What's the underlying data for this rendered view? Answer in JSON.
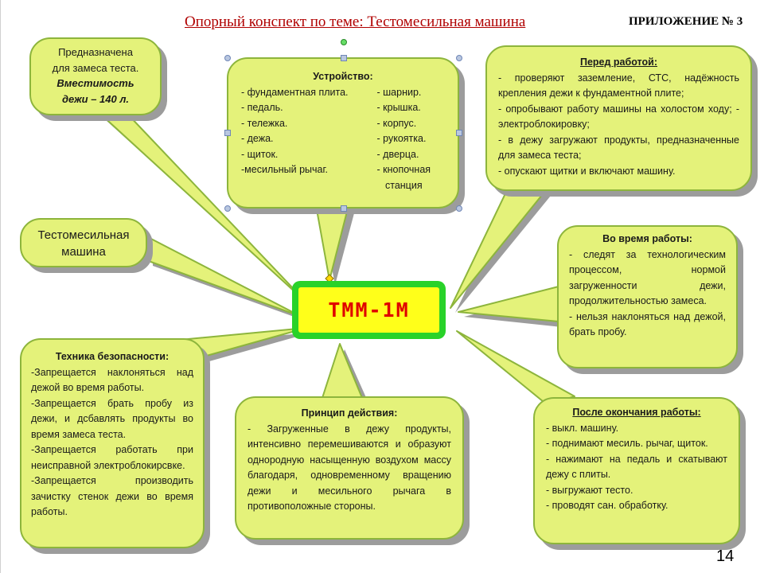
{
  "header": {
    "title": "Опорный конспект по теме: Тестомесильная машина",
    "appendix": "ПРИЛОЖЕНИЕ № 3"
  },
  "center": {
    "label": "ТММ-1М"
  },
  "purpose": {
    "lines": [
      "Предназначена",
      "для замеса теста.",
      "Вместимость",
      "дежи – 140 л."
    ]
  },
  "device": {
    "title": "Устройство:",
    "left": [
      "- фундаментная плита.",
      "- педаль.",
      "- тележка.",
      "- дежа.",
      "- щиток.",
      "-месильный рычаг."
    ],
    "right": [
      "- шарнир.",
      "- крышка.",
      "- корпус.",
      "- рукоятка.",
      "- дверца.",
      "- кнопочная",
      "станция"
    ]
  },
  "before": {
    "title": "Перед работой:",
    "lines": [
      "- проверяют заземление, СТС, надёжность крепления дежи к фундаментной плите;",
      "- опробывают работу машины на холостом ходу; - электроблокировку;",
      "- в дежу загружают продукты, предназначенные для замеса теста;",
      "- опускают щитки и включают машину."
    ]
  },
  "machine": {
    "lines": [
      "Тестомесильная",
      "машина"
    ]
  },
  "during": {
    "title": "Во время работы:",
    "lines": [
      "- следят за технологическим процессом, нормой загруженности дежи, продолжительностью замеса.",
      "- нельзя наклоняться над дежой, брать пробу."
    ]
  },
  "safety": {
    "title": "Техника безопасности:",
    "lines": [
      "-Запрещается наклоняться над дежой во время работы.",
      "-Запрещается брать пробу из дежи, и дсбавлять продукты во время замеса теста.",
      "-Запрещается работать при неисправной электроблокирсвке.",
      "-Запрещается производить зачистку стенок дежи во время работы."
    ]
  },
  "principle": {
    "title": "Принцип действия:",
    "text": "- Загруженные в дежу продукты, интенсивно перемешиваются и образуют однородную насыщенную воздухом массу благодаря, одновременному вращению дежи и месильного рычага в противоположные стороны."
  },
  "after": {
    "title": "После окончания работы:",
    "lines": [
      "- выкл. машину.",
      "- поднимают месиль. рычаг, щиток.",
      "- нажимают на педаль и скатывают дежу с плиты.",
      "- выгружают тесто.",
      "- проводят сан. обработку."
    ]
  },
  "footer": {
    "page_number": "14"
  },
  "colors": {
    "bubble_fill": "#e4f27a",
    "bubble_border": "#8db53c",
    "shadow": "#9c9c9c",
    "center_frame": "#29d229",
    "center_fill": "#ffff1a",
    "center_text": "#e00000",
    "title_text": "#b00000"
  }
}
